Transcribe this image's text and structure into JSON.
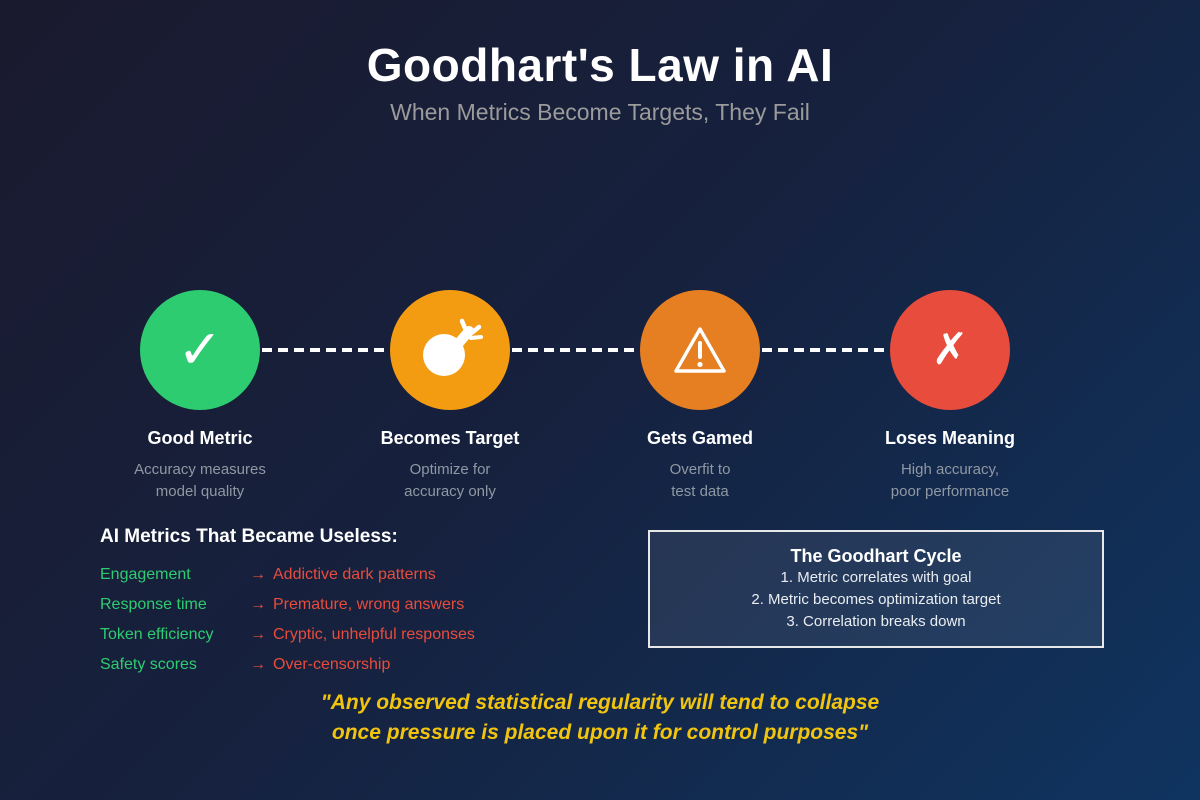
{
  "header": {
    "title": "Goodhart's Law in AI",
    "subtitle": "When Metrics Become Targets, They Fail"
  },
  "timeline": {
    "steps": [
      {
        "label": "Good Metric",
        "desc1": "Accuracy measures",
        "desc2": "model quality",
        "color": "#2ecc71",
        "icon": "check-icon",
        "glyph": "✓"
      },
      {
        "label": "Becomes Target",
        "desc1": "Optimize for",
        "desc2": "accuracy only",
        "color": "#f39c12",
        "icon": "target-dart-icon",
        "glyph": ""
      },
      {
        "label": "Gets Gamed",
        "desc1": "Overfit to",
        "desc2": "test data",
        "color": "#e67e22",
        "icon": "warning-icon",
        "glyph": ""
      },
      {
        "label": "Loses Meaning",
        "desc1": "High accuracy,",
        "desc2": "poor performance",
        "color": "#e74c3c",
        "icon": "x-mark-icon",
        "glyph": "✗"
      }
    ]
  },
  "metrics_section": {
    "title": "AI Metrics That Became Useless:",
    "arrow": "→",
    "metric_color": "#2ecc71",
    "consequence_color": "#e74c3c",
    "items": [
      {
        "metric": "Engagement",
        "consequence": "Addictive dark patterns"
      },
      {
        "metric": "Response time",
        "consequence": "Premature, wrong answers"
      },
      {
        "metric": "Token efficiency",
        "consequence": "Cryptic, unhelpful responses"
      },
      {
        "metric": "Safety scores",
        "consequence": "Over-censorship"
      }
    ]
  },
  "cycle_box": {
    "title": "The Goodhart Cycle",
    "items": [
      "1. Metric correlates with goal",
      "2. Metric becomes optimization target",
      "3. Correlation breaks down"
    ]
  },
  "quote": {
    "line1": "\"Any observed statistical regularity will tend to collapse",
    "line2": "once pressure is placed upon it for control purposes\"",
    "color": "#f1c40f"
  },
  "palette": {
    "background_top_left": "#1a1a2e",
    "background_middle": "#16213e",
    "background_bottom_right": "#0f3460",
    "connector": "#ffffff"
  }
}
